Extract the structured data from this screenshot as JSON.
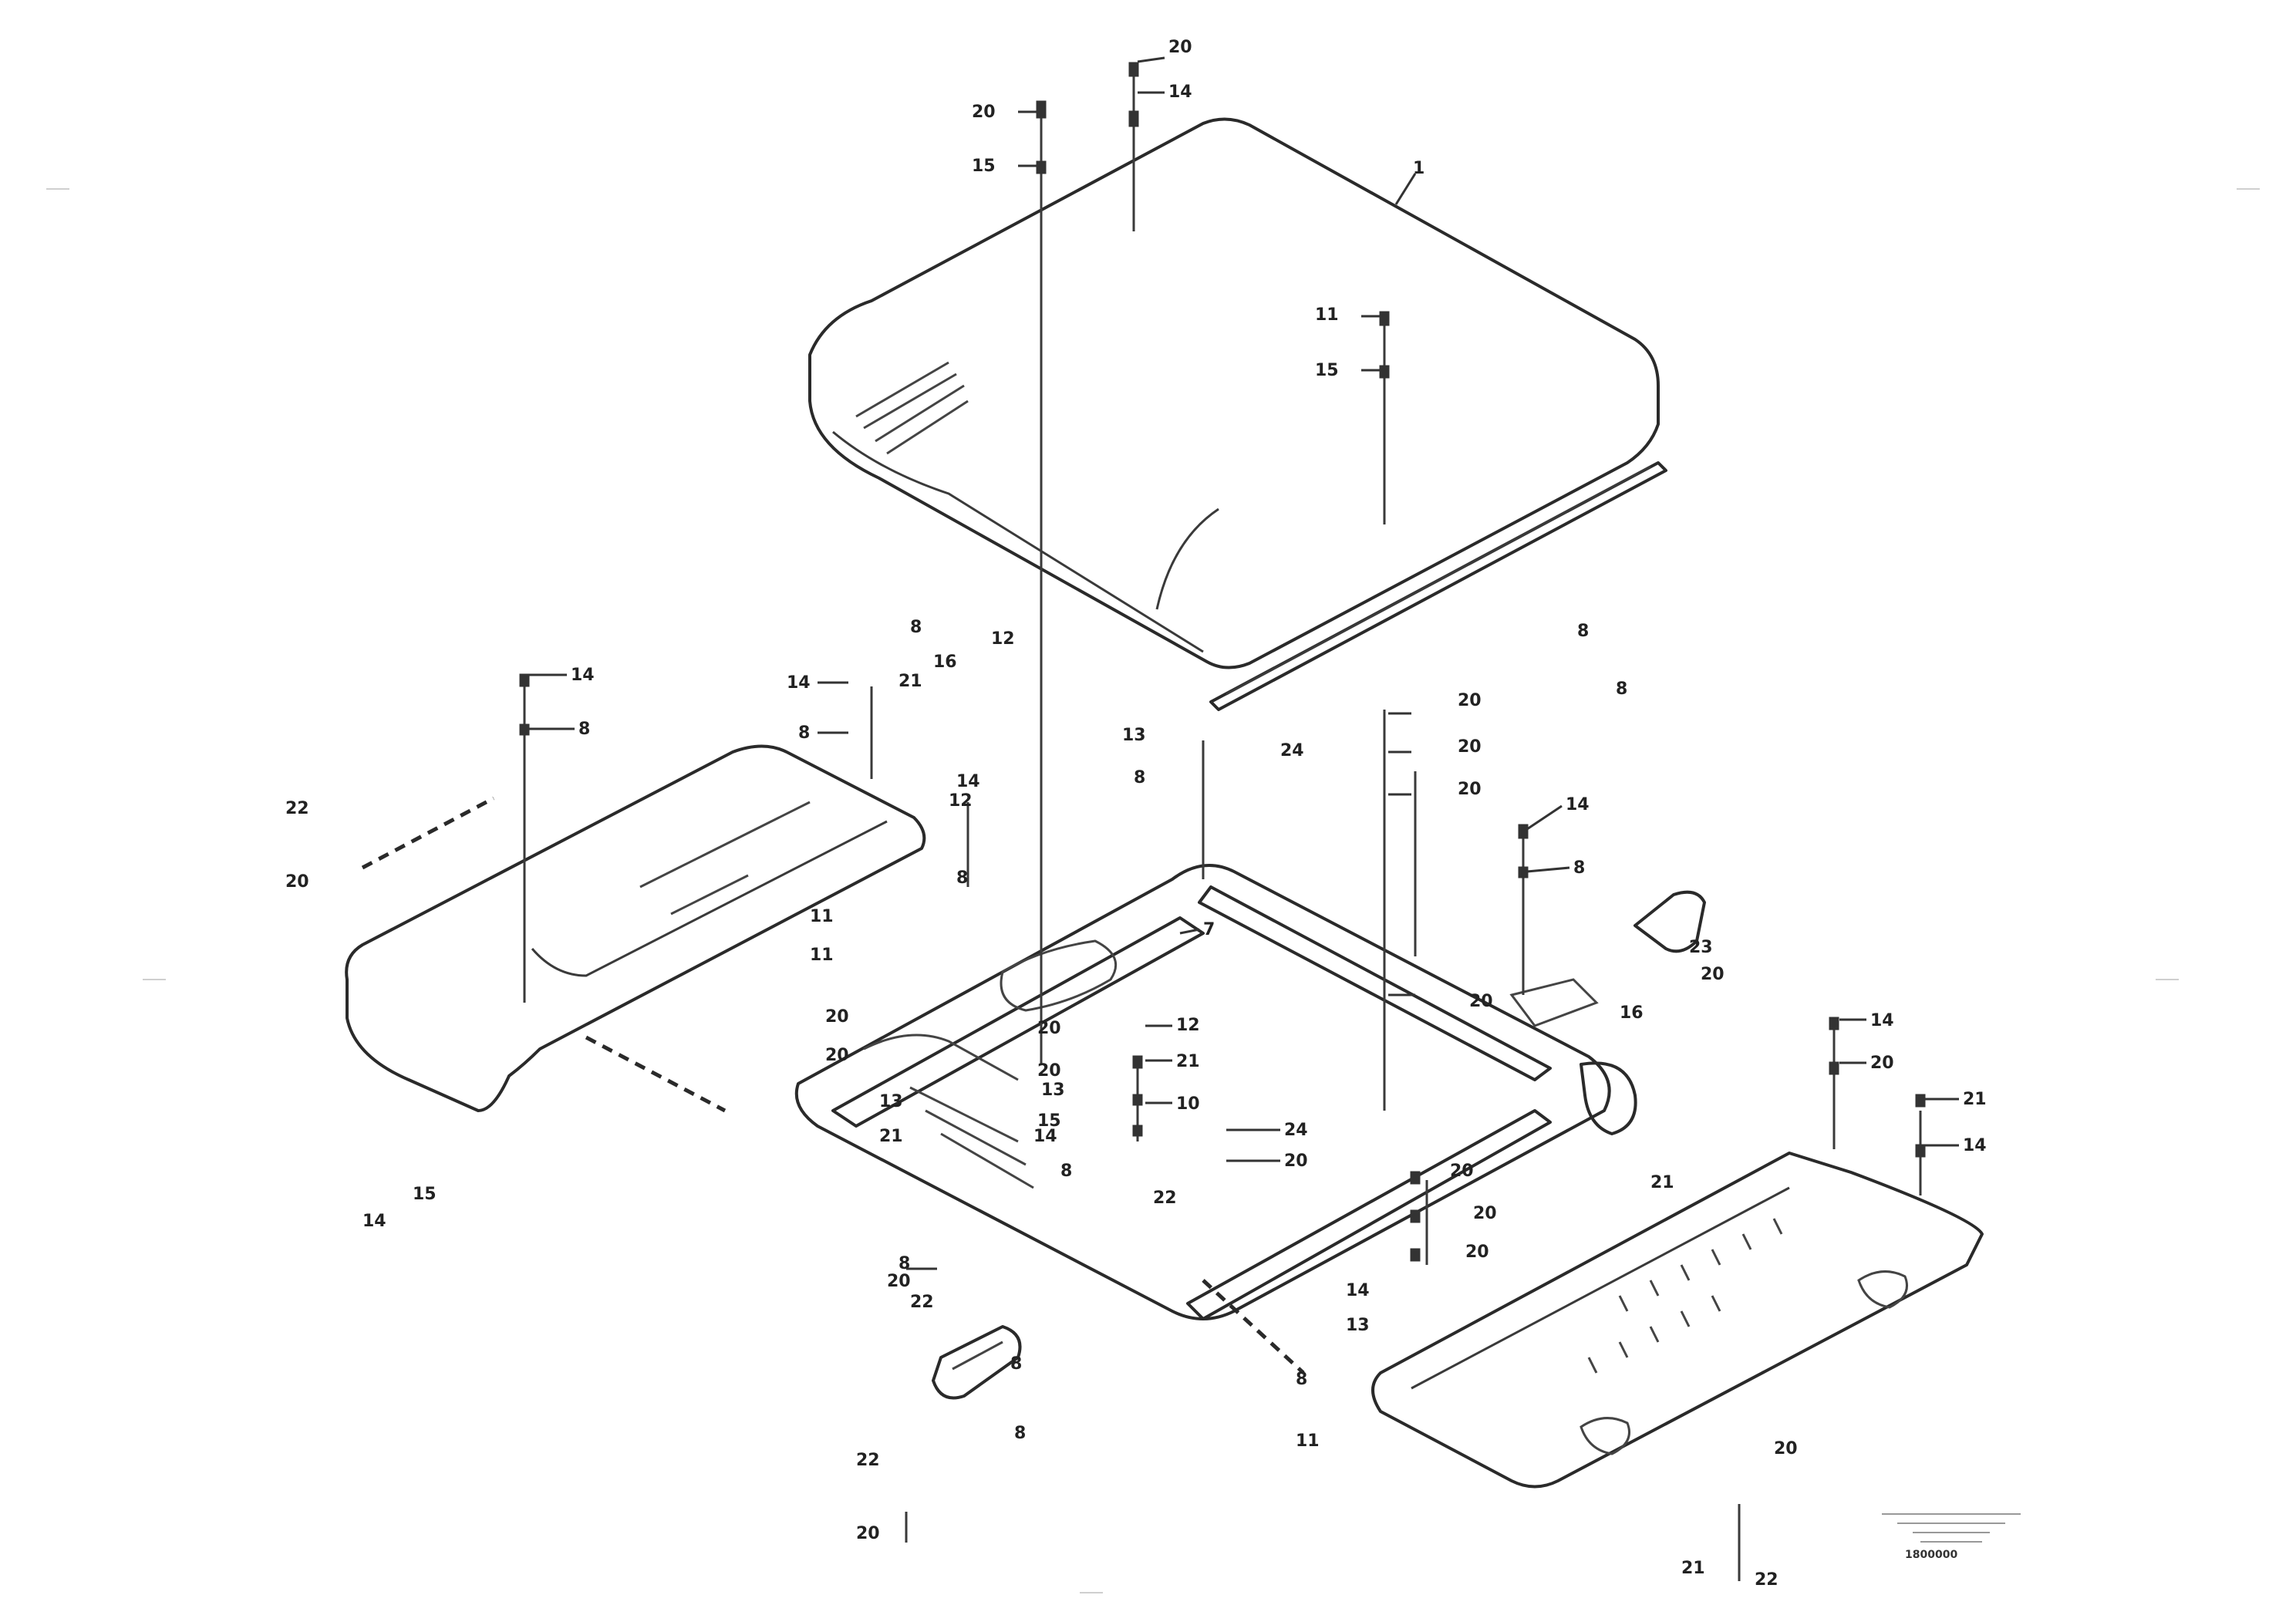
{
  "callouts": [
    {
      "id": "c01",
      "label": "20"
    },
    {
      "id": "c02",
      "label": "20"
    },
    {
      "id": "c03",
      "label": "14"
    },
    {
      "id": "c04",
      "label": "15"
    },
    {
      "id": "c05",
      "label": "1"
    },
    {
      "id": "c06",
      "label": "11"
    },
    {
      "id": "c07",
      "label": "15"
    },
    {
      "id": "c08",
      "label": "8"
    },
    {
      "id": "c09",
      "label": "12"
    },
    {
      "id": "c10",
      "label": "21"
    },
    {
      "id": "c11",
      "label": "16"
    },
    {
      "id": "c12",
      "label": "14"
    },
    {
      "id": "c13",
      "label": "8"
    },
    {
      "id": "c14",
      "label": "14"
    },
    {
      "id": "c15",
      "label": "8"
    },
    {
      "id": "c16",
      "label": "22"
    },
    {
      "id": "c17",
      "label": "20"
    },
    {
      "id": "c18",
      "label": "14"
    },
    {
      "id": "c19",
      "label": "8"
    },
    {
      "id": "c20",
      "label": "24"
    },
    {
      "id": "c21",
      "label": "8"
    },
    {
      "id": "c22",
      "label": "8"
    },
    {
      "id": "c23",
      "label": "13"
    },
    {
      "id": "c24",
      "label": "21"
    },
    {
      "id": "c25",
      "label": "20"
    },
    {
      "id": "c26",
      "label": "20"
    },
    {
      "id": "c27",
      "label": "20"
    },
    {
      "id": "c28",
      "label": "14"
    },
    {
      "id": "c29",
      "label": "8"
    },
    {
      "id": "c30",
      "label": "12"
    },
    {
      "id": "c31",
      "label": "13"
    },
    {
      "id": "c32",
      "label": "8"
    },
    {
      "id": "c33",
      "label": "11"
    },
    {
      "id": "c34",
      "label": "11"
    },
    {
      "id": "c35",
      "label": "7"
    },
    {
      "id": "c36",
      "label": "20"
    },
    {
      "id": "c37",
      "label": "20"
    },
    {
      "id": "c38",
      "label": "20"
    },
    {
      "id": "c39",
      "label": "20"
    },
    {
      "id": "c40",
      "label": "15"
    },
    {
      "id": "c41",
      "label": "12"
    },
    {
      "id": "c42",
      "label": "21"
    },
    {
      "id": "c43",
      "label": "10"
    },
    {
      "id": "c44",
      "label": "13"
    },
    {
      "id": "c45",
      "label": "14"
    },
    {
      "id": "c46",
      "label": "8"
    },
    {
      "id": "c47",
      "label": "24"
    },
    {
      "id": "c48",
      "label": "20"
    },
    {
      "id": "c49",
      "label": "22"
    },
    {
      "id": "c50",
      "label": "20"
    },
    {
      "id": "c51",
      "label": "20"
    },
    {
      "id": "c52",
      "label": "20"
    },
    {
      "id": "c53",
      "label": "21"
    },
    {
      "id": "c54",
      "label": "14"
    },
    {
      "id": "c55",
      "label": "20"
    },
    {
      "id": "c56",
      "label": "21"
    },
    {
      "id": "c57",
      "label": "14"
    },
    {
      "id": "c58",
      "label": "20"
    },
    {
      "id": "c59",
      "label": "23"
    },
    {
      "id": "c60",
      "label": "20"
    },
    {
      "id": "c61",
      "label": "16"
    },
    {
      "id": "c62",
      "label": "14"
    },
    {
      "id": "c63",
      "label": "15"
    },
    {
      "id": "c64",
      "label": "8"
    },
    {
      "id": "c65",
      "label": "14"
    },
    {
      "id": "c66",
      "label": "13"
    },
    {
      "id": "c67",
      "label": "11"
    },
    {
      "id": "c68",
      "label": "8"
    },
    {
      "id": "c69",
      "label": "20"
    },
    {
      "id": "c70",
      "label": "22"
    },
    {
      "id": "c71",
      "label": "8"
    },
    {
      "id": "c72",
      "label": "8"
    },
    {
      "id": "c73",
      "label": "22"
    },
    {
      "id": "c74",
      "label": "20"
    },
    {
      "id": "c75",
      "label": "21"
    },
    {
      "id": "c76",
      "label": "22"
    },
    {
      "id": "c77",
      "label": "20"
    }
  ],
  "reference": {
    "id": "1800000"
  }
}
